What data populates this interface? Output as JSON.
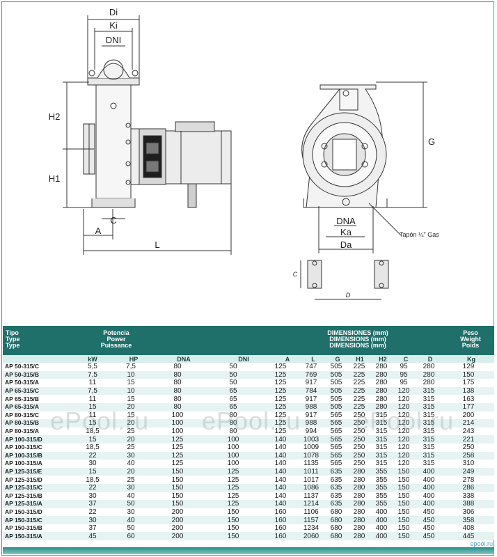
{
  "labels": {
    "Di": "Di",
    "Ki": "Ki",
    "DNI": "DNI",
    "H2": "H2",
    "H1": "H1",
    "A": "A",
    "C": "C",
    "L": "L",
    "G": "G",
    "DNA": "DNA",
    "Ka": "Ka",
    "Da": "Da",
    "plug": "Tapón ¼\" Gas",
    "c_small": "C",
    "d_small": "D"
  },
  "table": {
    "header": {
      "tipo": [
        "Tipo",
        "Type",
        "Type"
      ],
      "potencia": [
        "Potencia",
        "Power",
        "Puissance"
      ],
      "dimensiones": [
        "DIMENSIONES (mm)",
        "DIMENSIONS (mm)",
        "DIMENSIONS (mm)"
      ],
      "peso": [
        "Peso",
        "Weight",
        "Poids"
      ]
    },
    "units": [
      "kW",
      "HP",
      "DNA",
      "DNI",
      "A",
      "L",
      "G",
      "H1",
      "H2",
      "C",
      "D",
      "Kg"
    ],
    "rows": [
      [
        "AP 50-315/C",
        "5,5",
        "7,5",
        "80",
        "50",
        "125",
        "747",
        "505",
        "225",
        "280",
        "95",
        "280",
        "129"
      ],
      [
        "AP 50-315/B",
        "7,5",
        "10",
        "80",
        "50",
        "125",
        "769",
        "505",
        "225",
        "280",
        "95",
        "280",
        "150"
      ],
      [
        "AP 50-315/A",
        "11",
        "15",
        "80",
        "50",
        "125",
        "917",
        "505",
        "225",
        "280",
        "95",
        "280",
        "175"
      ],
      [
        "AP 65-315/C",
        "7,5",
        "10",
        "80",
        "65",
        "125",
        "784",
        "505",
        "225",
        "280",
        "120",
        "315",
        "138"
      ],
      [
        "AP 65-315/B",
        "11",
        "15",
        "80",
        "65",
        "125",
        "917",
        "505",
        "225",
        "280",
        "120",
        "315",
        "163"
      ],
      [
        "AP 65-315/A",
        "15",
        "20",
        "80",
        "65",
        "125",
        "988",
        "505",
        "225",
        "280",
        "120",
        "315",
        "177"
      ],
      [
        "AP 80-315/C",
        "11",
        "15",
        "100",
        "80",
        "125",
        "917",
        "565",
        "250",
        "315",
        "120",
        "315",
        "200"
      ],
      [
        "AP 80-315/B",
        "15",
        "20",
        "100",
        "80",
        "125",
        "988",
        "565",
        "250",
        "315",
        "120",
        "315",
        "214"
      ],
      [
        "AP 80-315/A",
        "18,5",
        "25",
        "100",
        "80",
        "125",
        "994",
        "565",
        "250",
        "315",
        "120",
        "315",
        "243"
      ],
      [
        "AP 100-315/D",
        "15",
        "20",
        "125",
        "100",
        "140",
        "1003",
        "565",
        "250",
        "315",
        "120",
        "315",
        "221"
      ],
      [
        "AP 100-315/C",
        "18,5",
        "25",
        "125",
        "100",
        "140",
        "1009",
        "565",
        "250",
        "315",
        "120",
        "315",
        "250"
      ],
      [
        "AP 100-315/B",
        "22",
        "30",
        "125",
        "100",
        "140",
        "1078",
        "565",
        "250",
        "315",
        "120",
        "315",
        "258"
      ],
      [
        "AP 100-315/A",
        "30",
        "40",
        "125",
        "100",
        "140",
        "1135",
        "565",
        "250",
        "315",
        "120",
        "315",
        "310"
      ],
      [
        "AP 125-315/E",
        "15",
        "20",
        "150",
        "125",
        "140",
        "1011",
        "635",
        "280",
        "355",
        "150",
        "400",
        "249"
      ],
      [
        "AP 125-315/D",
        "18,5",
        "25",
        "150",
        "125",
        "140",
        "1017",
        "635",
        "280",
        "355",
        "150",
        "400",
        "278"
      ],
      [
        "AP 125-315/C",
        "22",
        "30",
        "150",
        "125",
        "140",
        "1086",
        "635",
        "280",
        "355",
        "150",
        "400",
        "286"
      ],
      [
        "AP 125-315/B",
        "30",
        "40",
        "150",
        "125",
        "140",
        "1137",
        "635",
        "280",
        "355",
        "150",
        "400",
        "338"
      ],
      [
        "AP 125-315/A",
        "37",
        "50",
        "150",
        "125",
        "140",
        "1214",
        "635",
        "280",
        "355",
        "150",
        "400",
        "388"
      ],
      [
        "AP 150-315/D",
        "22",
        "30",
        "200",
        "150",
        "160",
        "1106",
        "680",
        "280",
        "400",
        "150",
        "450",
        "306"
      ],
      [
        "AP 150-315/C",
        "30",
        "40",
        "200",
        "150",
        "160",
        "1157",
        "680",
        "280",
        "400",
        "150",
        "450",
        "358"
      ],
      [
        "AP 150-315/B",
        "37",
        "50",
        "200",
        "150",
        "160",
        "1234",
        "680",
        "280",
        "400",
        "150",
        "450",
        "408"
      ],
      [
        "AP 150-315/A",
        "45",
        "60",
        "200",
        "150",
        "160",
        "2060",
        "680",
        "280",
        "400",
        "150",
        "450",
        "445"
      ]
    ]
  },
  "watermarks": [
    "ePool.ru",
    "ePool.ru",
    "ePool.ru"
  ],
  "corner_logo": "epool.ru"
}
